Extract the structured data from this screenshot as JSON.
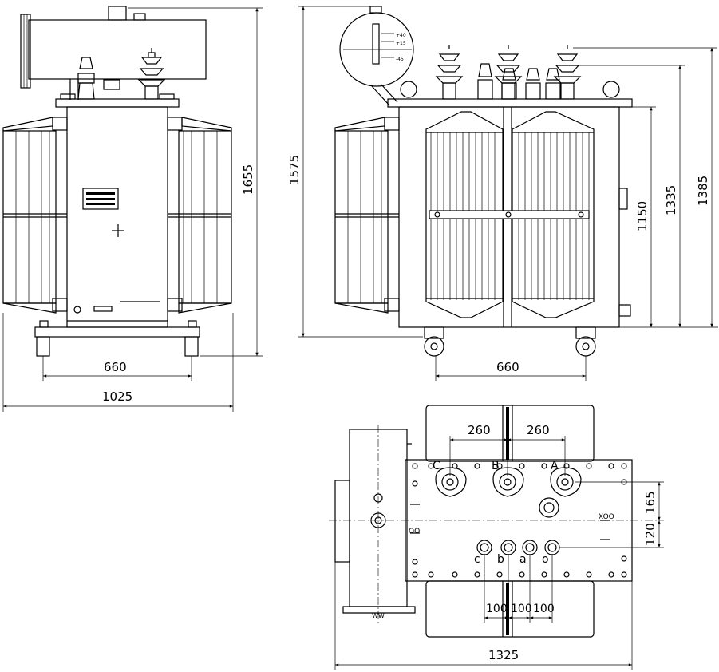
{
  "front_view": {
    "dim_width_bottom": "660",
    "dim_width_total": "1025",
    "dim_height": "1655"
  },
  "side_view": {
    "dim_height_total": "1575",
    "dim_height_tank": "1150",
    "dim_height_lid": "1335",
    "dim_height_bushing": "1385",
    "dim_wheel_base": "660"
  },
  "top_view": {
    "dim_hv_spacing_1": "260",
    "dim_hv_spacing_2": "260",
    "dim_hv_offset": "165",
    "dim_lv_offset": "120",
    "dim_lv_spacing_1": "100",
    "dim_lv_spacing_2": "100",
    "dim_lv_spacing_3": "100",
    "dim_length": "1325",
    "hv_terminals": [
      "C",
      "B",
      "A"
    ],
    "lv_terminals": [
      "c",
      "b",
      "a",
      "o"
    ]
  }
}
